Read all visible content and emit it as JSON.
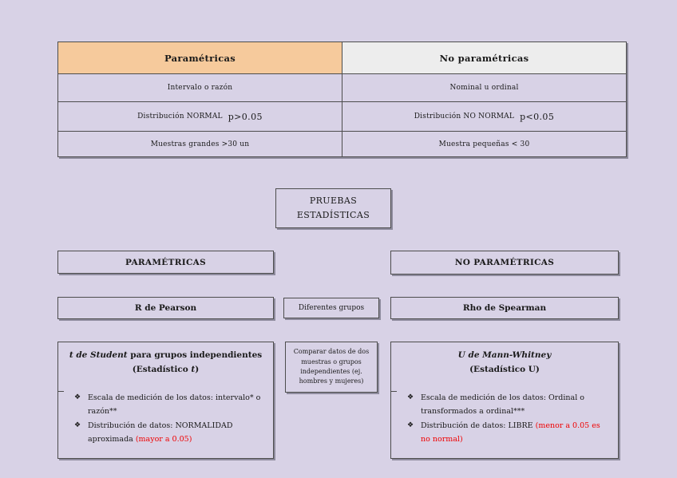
{
  "page": {
    "background": "#d8d2e6",
    "border_color": "#4d4d4d",
    "shadow_color": "#8e8b9d",
    "text_color": "#1a1a1a",
    "red_color": "#f00000",
    "header_peach": "#f6ca9c",
    "header_gray": "#ededed",
    "bullet_glyph": "❖"
  },
  "table": {
    "header": {
      "parametricas": "Paramétricas",
      "no_parametricas": "No paramétricas"
    },
    "rows": [
      {
        "left": "Intervalo o razón",
        "right": "Nominal u ordinal"
      },
      {
        "left_label": "Distribución NORMAL",
        "left_value": "p>0.05",
        "right_label": "Distribución NO NORMAL",
        "right_value": "p<0.05"
      },
      {
        "left": "Muestras grandes >30 un",
        "right": "Muestra pequeñas < 30"
      }
    ]
  },
  "flow": {
    "root": {
      "title": "PRUEBAS ESTADÍSTICAS"
    },
    "branch_left": {
      "label": "PARAMÉTRICAS"
    },
    "branch_right": {
      "label": "NO PARAMÉTRICAS"
    },
    "test_left": {
      "label": "R de Pearson"
    },
    "connector_top": {
      "label": "Diferentes grupos"
    },
    "test_right": {
      "label": "Rho de Spearman"
    },
    "connector_bottom": {
      "label": "Comparar datos de dos muestras o grupos independientes (ej. hombres y mujeres)"
    },
    "detail_left": {
      "title_italic": "t de Student",
      "title_rest": " para grupos independientes",
      "subtitle_prefix": "(Estadístico ",
      "subtitle_symbol": "t",
      "subtitle_suffix": ")",
      "bullet1": "Escala de medición de los datos: intervalo* o razón**",
      "bullet2_black": "Distribución de datos: NORMALIDAD aproximada ",
      "bullet2_red": "(mayor a 0.05)"
    },
    "detail_right": {
      "title_italic": "U de Mann-Whitney",
      "subtitle": "(Estadístico U)",
      "bullet1": "Escala de medición de los datos: Ordinal o transformados a ordinal***",
      "bullet2_black": "Distribución de datos: LIBRE ",
      "bullet2_red": "(menor a 0.05 es no normal)"
    }
  }
}
